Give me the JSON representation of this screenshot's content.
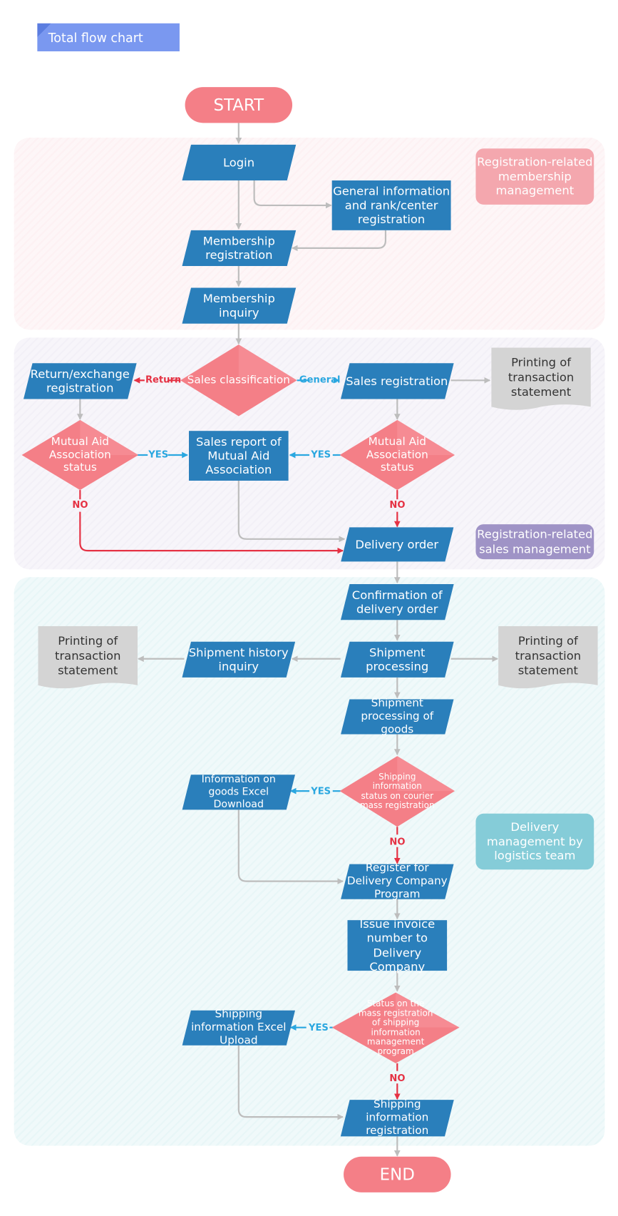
{
  "header": {
    "title": "Total flow chart"
  },
  "colors": {
    "process": "#2a7fbb",
    "decision": "#f47f87",
    "terminal": "#f47f87",
    "yes": "#2aa7e0",
    "no": "#e53244",
    "line": "#bdbdbd",
    "document": "#d4d4d4"
  },
  "terminals": {
    "start": "START",
    "end": "END"
  },
  "sections": {
    "membership": "Registration-related membership management",
    "sales": "Registration-related sales management",
    "delivery": "Delivery management by logistics team"
  },
  "nodes": {
    "login": "Login",
    "general_info": "General information and rank/center registration",
    "membership_reg": "Membership registration",
    "membership_inq": "Membership inquiry",
    "sales_class": "Sales classification",
    "return_reg": "Return/exchange registration",
    "sales_reg": "Sales registration",
    "print1": "Printing of transaction statement",
    "mutual_left": "Mutual Aid Association status",
    "sales_report": "Sales report of Mutual Aid Association",
    "mutual_right": "Mutual Aid Association status",
    "delivery_order": "Delivery order",
    "confirm_delivery": "Confirmation of delivery order",
    "print_left": "Printing of transaction statement",
    "shipment_history": "Shipment history inquiry",
    "shipment_processing": "Shipment processing",
    "print_right": "Printing of transaction statement",
    "shipment_goods": "Shipment processing of goods",
    "shipping_status": "Shipping information status on courier mass registration",
    "info_excel_download": "Information on goods Excel Download",
    "register_delivery": "Register for Delivery Company Program",
    "issue_invoice": "Issue invoice number to Delivery Company",
    "mass_status": "Status on the mass registration of shipping information management program",
    "shipping_excel_upload": "Shipping information Excel Upload",
    "shipping_reg": "Shipping information registration"
  },
  "labels": {
    "return": "Return",
    "general": "General",
    "yes": "YES",
    "no": "NO"
  }
}
